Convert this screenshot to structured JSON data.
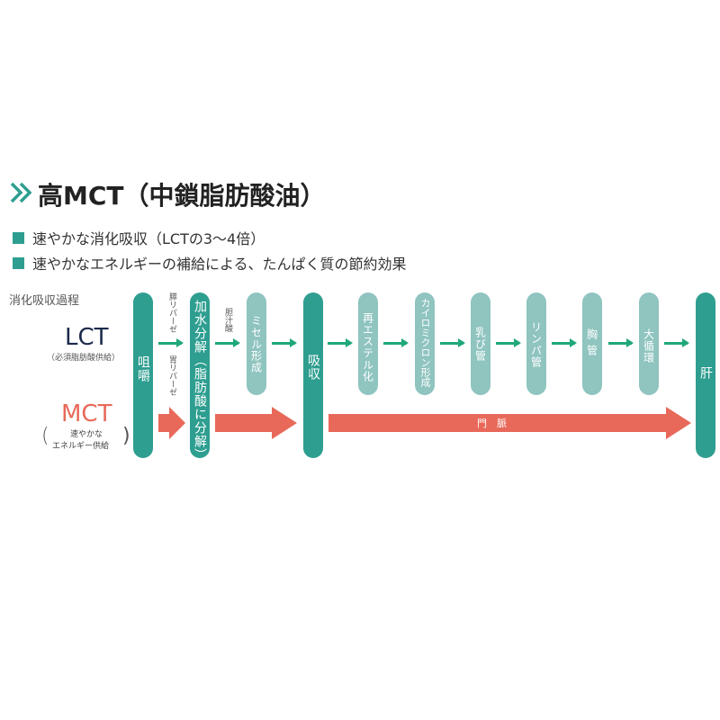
{
  "title": "高MCT（中鎖脂肪酸油）",
  "bullets": [
    "速やかな消化吸収（LCTの3～4倍）",
    "速やかなエネルギーの補給による、たんぱく質の節約効果"
  ],
  "process_label": "消化吸収過程",
  "lct": {
    "label": "LCT",
    "sub": "（必須脂肪酸供給）"
  },
  "mct": {
    "label": "MCT",
    "sub1": "速やかな",
    "sub2": "エネルギー供給"
  },
  "enzymes": {
    "pancreatic": "膵リパーゼ",
    "gastric": "胃リパーゼ",
    "bile": "胆汁酸"
  },
  "stages": {
    "chew": "咀嚼",
    "hydrolysis": "加水分解（脂肪酸に分解）",
    "micelle": "ミセル形成",
    "absorb": "吸収",
    "reester": "再エステル化",
    "chylo": "カイロミクロン形成",
    "lacteal": "乳び管",
    "lymph": "リンパ管",
    "thoracic": "胸管",
    "circulation": "大循環",
    "liver": "肝"
  },
  "portal": "門　脈",
  "colors": {
    "teal": "#2e9e90",
    "light_teal": "#8fc4bf",
    "arrow_green": "#1fa878",
    "mct_red": "#e8695a"
  }
}
